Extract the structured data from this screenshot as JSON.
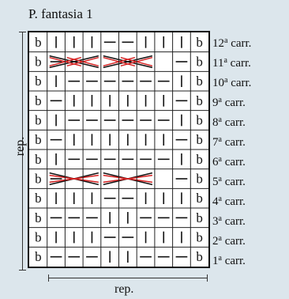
{
  "title": "P. fantasia 1",
  "repeat_label_vertical": "rep.",
  "repeat_label_horizontal": "rep.",
  "symbols": {
    "b": "b",
    "bar": "|",
    "dash": "—"
  },
  "colors": {
    "cross_black": "#111111",
    "cross_red": "#d42020",
    "grid_line": "#222222"
  },
  "rows": [
    {
      "label": "12",
      "suffix": "a",
      "word": "carr.",
      "cells": [
        "b",
        "|",
        "|",
        "|",
        "—",
        "—",
        "|",
        "|",
        "|",
        "b"
      ],
      "cross": "none"
    },
    {
      "label": "11",
      "suffix": "a",
      "word": "carr.",
      "cells": [
        "b",
        "—",
        "",
        "",
        "",
        "",
        "",
        "",
        "—",
        "b"
      ],
      "cross": "double"
    },
    {
      "label": "10",
      "suffix": "a",
      "word": "carr.",
      "cells": [
        "b",
        "|",
        "—",
        "—",
        "—",
        "—",
        "—",
        "—",
        "|",
        "b"
      ],
      "cross": "none"
    },
    {
      "label": "9",
      "suffix": "a",
      "word": "carr.",
      "cells": [
        "b",
        "—",
        "|",
        "|",
        "|",
        "|",
        "|",
        "|",
        "—",
        "b"
      ],
      "cross": "none"
    },
    {
      "label": "8",
      "suffix": "a",
      "word": "carr.",
      "cells": [
        "b",
        "|",
        "—",
        "—",
        "—",
        "—",
        "—",
        "—",
        "|",
        "b"
      ],
      "cross": "none"
    },
    {
      "label": "7",
      "suffix": "a",
      "word": "carr.",
      "cells": [
        "b",
        "—",
        "|",
        "|",
        "|",
        "|",
        "|",
        "|",
        "—",
        "b"
      ],
      "cross": "none"
    },
    {
      "label": "6",
      "suffix": "a",
      "word": "carr.",
      "cells": [
        "b",
        "|",
        "—",
        "—",
        "—",
        "—",
        "—",
        "—",
        "|",
        "b"
      ],
      "cross": "none"
    },
    {
      "label": "5",
      "suffix": "a",
      "word": "carr.",
      "cells": [
        "b",
        "—",
        "",
        "",
        "",
        "",
        "",
        "",
        "—",
        "b"
      ],
      "cross": "single"
    },
    {
      "label": "4",
      "suffix": "a",
      "word": "carr.",
      "cells": [
        "b",
        "|",
        "|",
        "|",
        "—",
        "—",
        "|",
        "|",
        "|",
        "b"
      ],
      "cross": "none"
    },
    {
      "label": "3",
      "suffix": "a",
      "word": "carr.",
      "cells": [
        "b",
        "—",
        "—",
        "—",
        "|",
        "|",
        "—",
        "—",
        "—",
        "b"
      ],
      "cross": "none"
    },
    {
      "label": "2",
      "suffix": "a",
      "word": "carr.",
      "cells": [
        "b",
        "|",
        "|",
        "|",
        "—",
        "—",
        "|",
        "|",
        "|",
        "b"
      ],
      "cross": "none"
    },
    {
      "label": "1",
      "suffix": "a",
      "word": "carr.",
      "cells": [
        "b",
        "—",
        "—",
        "—",
        "|",
        "|",
        "—",
        "—",
        "—",
        "b"
      ],
      "cross": "none"
    }
  ]
}
